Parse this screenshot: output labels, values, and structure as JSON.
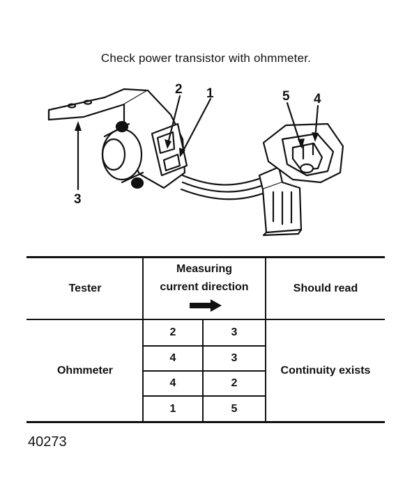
{
  "title": "Check power transistor with ohmmeter.",
  "callouts": [
    "2",
    "1",
    "5",
    "4",
    "3"
  ],
  "table": {
    "header_tester": "Tester",
    "header_direction_line1": "Measuring",
    "header_direction_line2": "current direction",
    "header_should_read": "Should read",
    "tester": "Ohmmeter",
    "rows": [
      [
        "2",
        "3"
      ],
      [
        "4",
        "3"
      ],
      [
        "4",
        "2"
      ],
      [
        "1",
        "5"
      ]
    ],
    "result": "Continuity exists"
  },
  "figure_code": "40273"
}
